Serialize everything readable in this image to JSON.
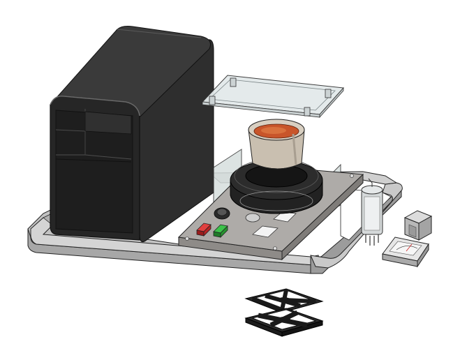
{
  "scene": {
    "background": "#ffffff",
    "components": [
      {
        "name": "enclosure-shell",
        "color": "#2a2a2a"
      },
      {
        "name": "base-frame",
        "color": "#b8b8b8"
      },
      {
        "name": "transparent-lid-plate",
        "color": "#dfe6e8"
      },
      {
        "name": "crucible-cup",
        "color": "#c9bfb0"
      },
      {
        "name": "molten-contents",
        "color": "#c8552a"
      },
      {
        "name": "heater-ring",
        "color": "#1c1c1c"
      },
      {
        "name": "control-panel",
        "color": "#a9a6a3"
      },
      {
        "name": "red-switch",
        "color": "#c8262a"
      },
      {
        "name": "green-switch",
        "color": "#2fa83a"
      },
      {
        "name": "glass-side-shield",
        "color": "#d9e0df"
      },
      {
        "name": "vacuum-tube",
        "color": "#d5d9da"
      },
      {
        "name": "cube-module",
        "color": "#c4c4c4"
      },
      {
        "name": "analog-meter",
        "color": "#dcdcdc"
      },
      {
        "name": "cooling-fan-top",
        "color": "#2a2a2a"
      },
      {
        "name": "cooling-fan-bottom",
        "color": "#2a2a2a"
      }
    ]
  }
}
